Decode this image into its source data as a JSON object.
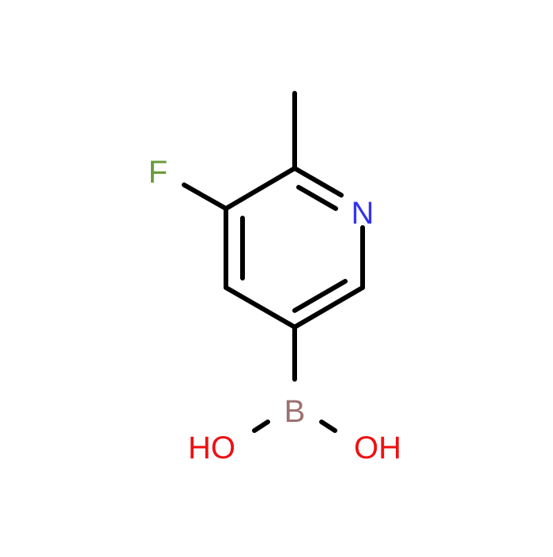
{
  "molecule": {
    "atoms": {
      "fluorine": {
        "symbol": "F",
        "color": "#6a9a3a"
      },
      "nitrogen": {
        "symbol": "N",
        "color": "#3333ee"
      },
      "boron": {
        "symbol": "B",
        "color": "#9e7070"
      },
      "hydroxyl_left": {
        "symbol": "HO",
        "color": "#ee1111"
      },
      "hydroxyl_right": {
        "symbol": "OH",
        "color": "#ee1111"
      }
    },
    "bond_color": "#000000"
  }
}
